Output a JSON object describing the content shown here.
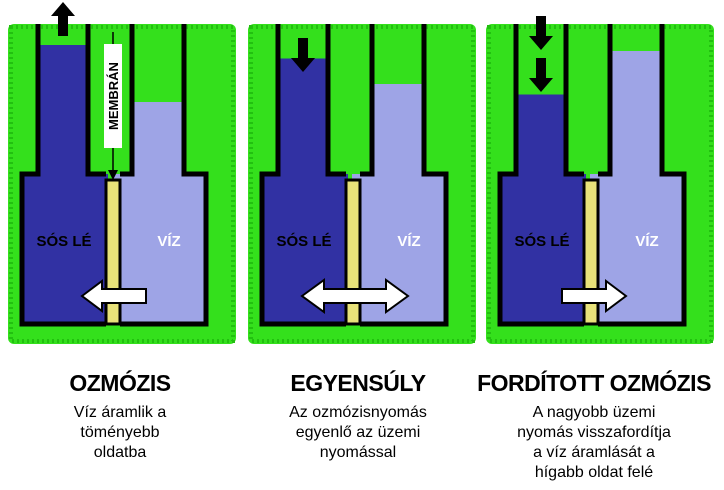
{
  "panels": [
    {
      "id": "osmosis",
      "left_label": "SÓS LÉ",
      "right_label": "VÍZ",
      "membrane_label": "MEMBRÁN",
      "title": "OZMÓZIS",
      "description": [
        "Víz áramlik a",
        "töményebb",
        "oldatba"
      ],
      "flow": "right-to-left",
      "piston_arrows": "up",
      "left_level": 0.86,
      "right_level": 0.48
    },
    {
      "id": "equilibrium",
      "left_label": "SÓS LÉ",
      "right_label": "VÍZ",
      "title": "EGYENSÚLY",
      "description": [
        "Az ozmózisnyomás",
        "egyenlő az üzemi",
        "nyomással"
      ],
      "flow": "both",
      "piston_arrows": "down-1",
      "left_level": 0.77,
      "right_level": 0.6
    },
    {
      "id": "reverse-osmosis",
      "left_label": "SÓS LÉ",
      "right_label": "VÍZ",
      "title": "FORDÍTOTT OZMÓZIS",
      "description": [
        "A nagyobb üzemi",
        "nyomás visszafordítja",
        "a víz áramlását a",
        "hígabb oldat felé"
      ],
      "flow": "left-to-right",
      "piston_arrows": "down-2",
      "left_level": 0.53,
      "right_level": 0.82
    }
  ],
  "colors": {
    "green": "#34e01c",
    "green_dark": "#22c010",
    "salt": "#3131a3",
    "water": "#9ea4e6",
    "membrane": "#e8e27a",
    "outline": "#000000"
  }
}
